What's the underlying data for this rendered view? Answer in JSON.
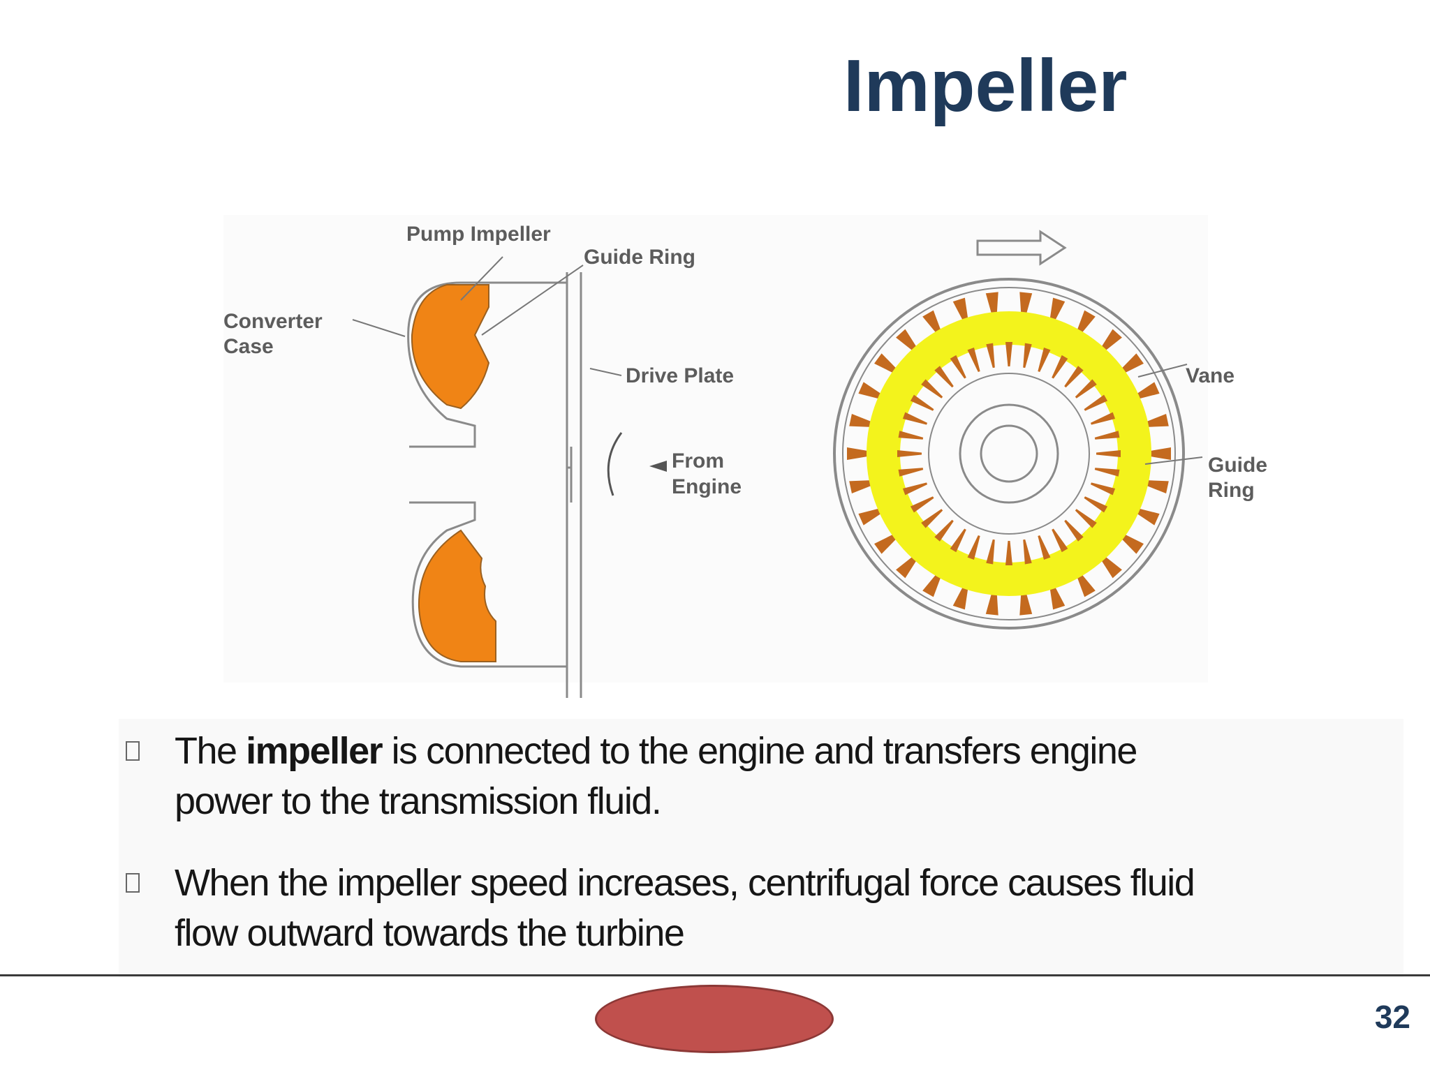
{
  "slide": {
    "title": "Impeller",
    "page_number": "32"
  },
  "diagram": {
    "cross_section_labels": {
      "pump_impeller": "Pump Impeller",
      "guide_ring": "Guide Ring",
      "converter_case_line1": "Converter",
      "converter_case_line2": "Case",
      "drive_plate": "Drive Plate",
      "from_engine_line1": "From",
      "from_engine_line2": "Engine"
    },
    "front_view_labels": {
      "vane": "Vane",
      "guide_ring_line1": "Guide",
      "guide_ring_line2": "Ring"
    },
    "colors": {
      "impeller_fill": "#f08415",
      "guide_ring_fill": "#f3f31c",
      "vane_fill": "#c46a1f",
      "outline": "#8a8a8a"
    }
  },
  "bullets": [
    {
      "marker_icon": "hollow-square-icon",
      "before": "The ",
      "bold": "impeller",
      "after_line1": " is connected to the engine and transfers engine",
      "line2": "power to the transmission fluid."
    },
    {
      "marker_icon": "hollow-square-icon",
      "line1": "When the impeller speed increases, centrifugal force causes fluid",
      "line2": "flow outward towards the turbine"
    }
  ],
  "footer": {
    "button_color": "#c0504d"
  }
}
